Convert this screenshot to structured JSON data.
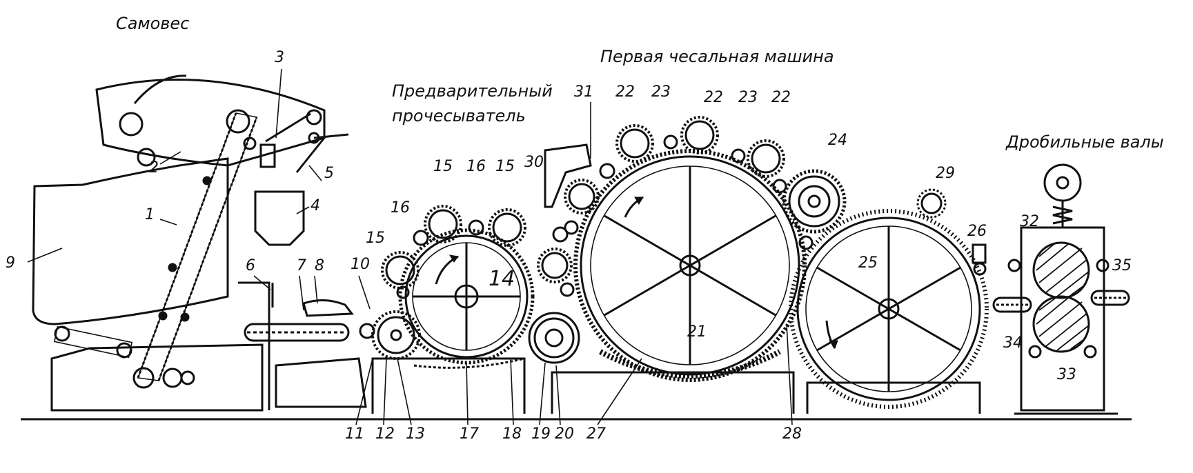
{
  "sections": {
    "feeder": "Самовес",
    "pre_carder": "Предварительный прочесыватель",
    "pre_carder_line1": "Предварительный",
    "pre_carder_line2": "прочесыватель",
    "first_carding": "Первая чесальная машина",
    "crush_rolls": "Дробильные валы"
  },
  "labels": [
    "1",
    "2",
    "3",
    "4",
    "5",
    "6",
    "7",
    "8",
    "9",
    "10",
    "11",
    "12",
    "13",
    "14",
    "15",
    "16",
    "17",
    "18",
    "19",
    "20",
    "21",
    "22",
    "23",
    "24",
    "25",
    "26",
    "27",
    "28",
    "29",
    "30",
    "31",
    "32",
    "33",
    "34",
    "35"
  ]
}
